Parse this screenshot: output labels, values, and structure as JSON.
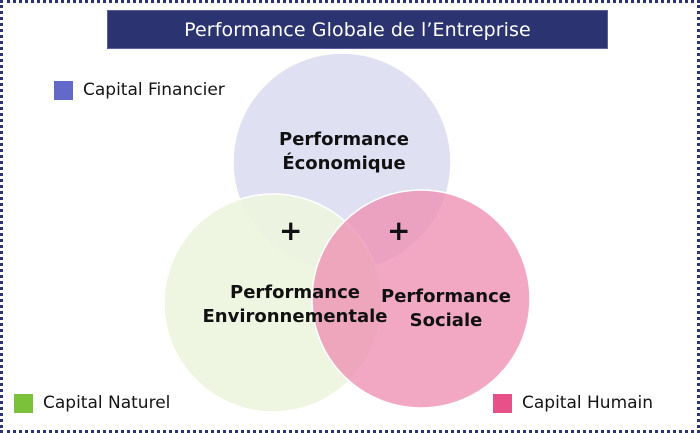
{
  "title": "Performance Globale de l’Entreprise",
  "colors": {
    "frame_border": "#2b3471",
    "title_bg": "#2b3471",
    "title_text": "#ffffff",
    "circle_economique": "#dfe1f3",
    "circle_environnementale": "#eef6e3",
    "circle_sociale": "#f2a6c0",
    "swatch_financier": "#6369c9",
    "swatch_naturel": "#7cc13a",
    "swatch_humain": "#e8508a"
  },
  "legend": [
    {
      "label": "Capital Financier",
      "color": "#6369c9"
    },
    {
      "label": "Capital Naturel",
      "color": "#7cc13a"
    },
    {
      "label": "Capital Humain",
      "color": "#e8508a"
    }
  ],
  "circles": {
    "economique": {
      "line1": "Performance",
      "line2": "Économique"
    },
    "environnementale": {
      "line1": "Performance",
      "line2": "Environnementale"
    },
    "sociale": {
      "line1": "Performance",
      "line2": "Sociale"
    }
  },
  "intersections": {
    "eco_env_symbol": "+",
    "eco_soc_symbol": "+"
  }
}
